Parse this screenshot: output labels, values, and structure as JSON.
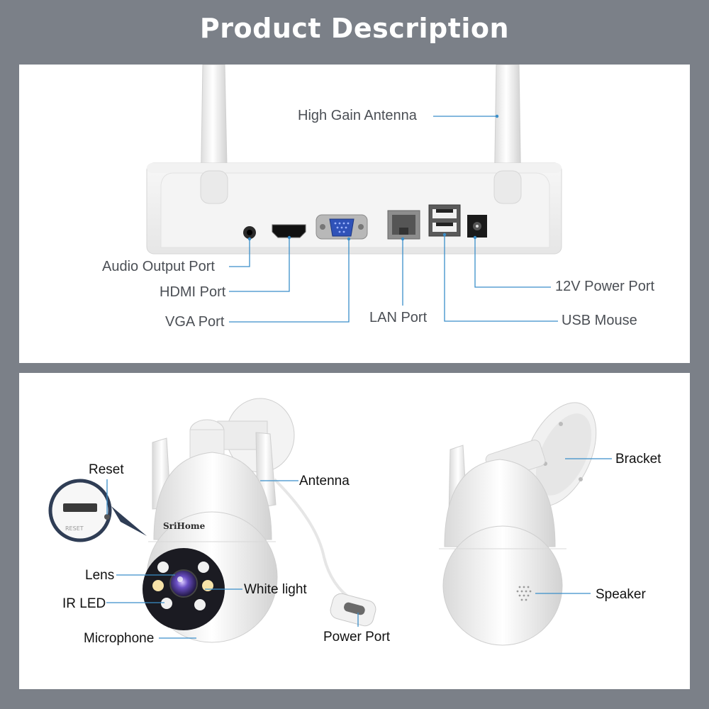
{
  "page": {
    "title": "Product Description"
  },
  "nvr": {
    "labels": {
      "antenna": "High Gain Antenna",
      "audio": "Audio Output Port",
      "hdmi": "HDMI Port",
      "vga": "VGA Port",
      "lan": "LAN Port",
      "power": "12V Power Port",
      "usb": "USB Mouse"
    }
  },
  "camera": {
    "brand": "SriHome",
    "labels": {
      "reset": "Reset",
      "antenna": "Antenna",
      "lens": "Lens",
      "white_light": "White light",
      "ir_led": "IR LED",
      "microphone": "Microphone",
      "power_port": "Power Port",
      "bracket": "Bracket",
      "speaker": "Speaker"
    }
  },
  "colors": {
    "background": "#7b8088",
    "callout_line": "#3a8ec9",
    "panel": "#ffffff"
  }
}
